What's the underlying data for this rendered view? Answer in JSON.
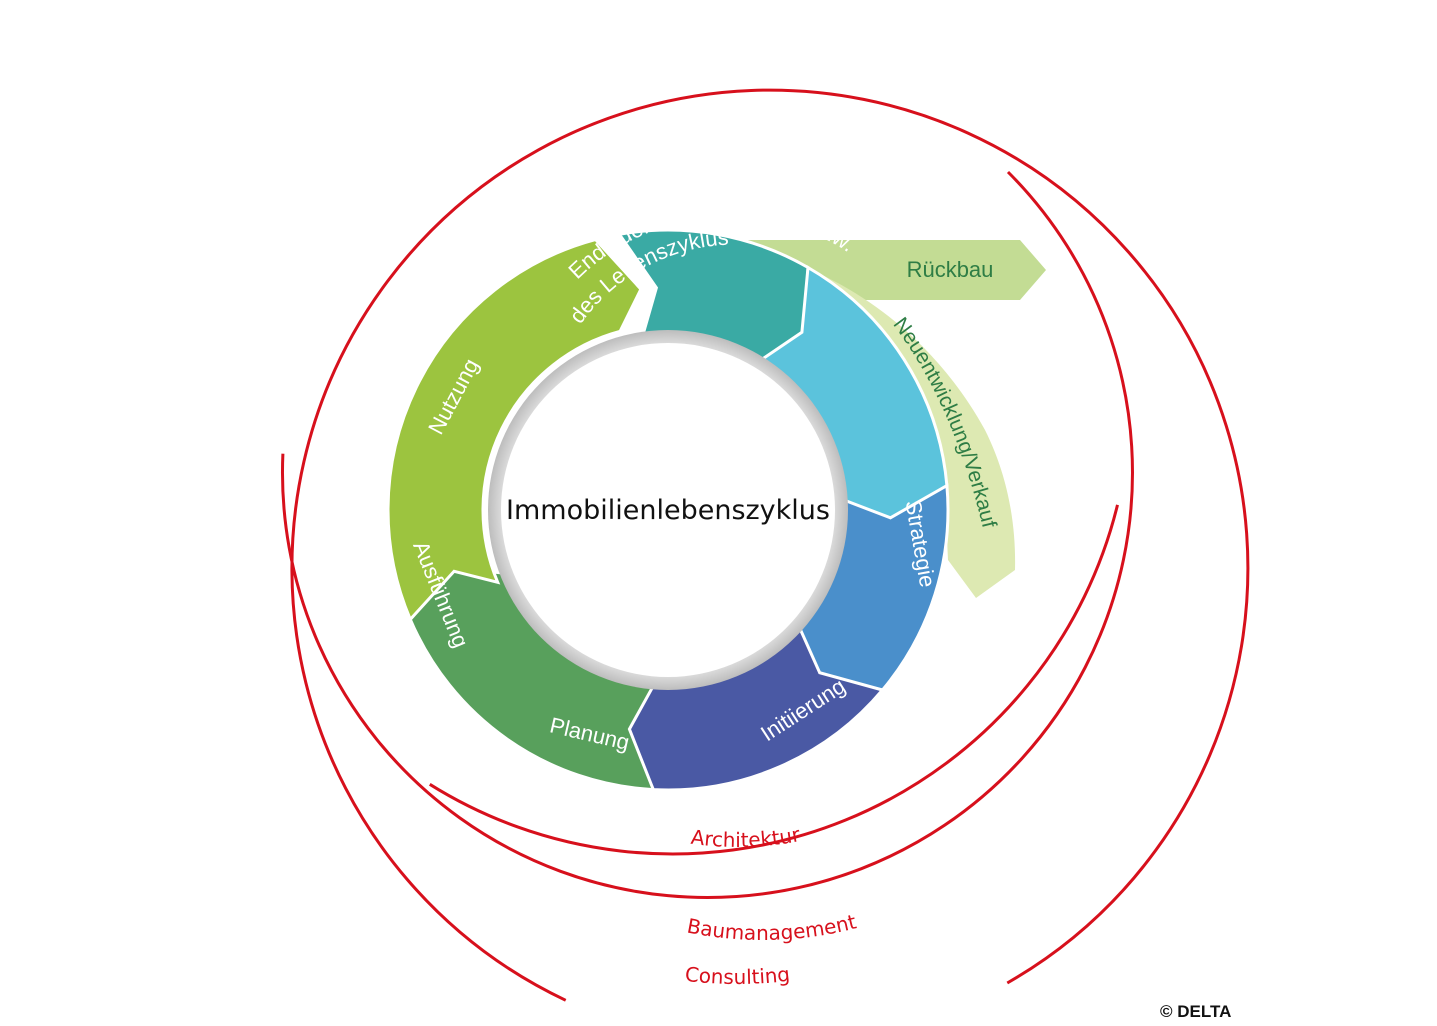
{
  "center_label": "Immobilienlebenszyklus",
  "segments": [
    {
      "id": "strategie",
      "label": "Strategie",
      "color": "#3aaaa4"
    },
    {
      "id": "initiierung",
      "label": "Initiierung",
      "color": "#5bc3dc"
    },
    {
      "id": "planung",
      "label": "Planung",
      "color": "#4a8fcb"
    },
    {
      "id": "ausfuehrung",
      "label": "Ausführung",
      "color": "#4a59a4"
    },
    {
      "id": "nutzung",
      "label": "Nutzung",
      "color": "#58a05c"
    },
    {
      "id": "ende",
      "line1": "Ende der Nutzungsdauer bzw.",
      "line2": "des Lebenszyklus",
      "color": "#9cc43f"
    }
  ],
  "branches": {
    "rueckbau": {
      "label": "Rückbau",
      "color": "#c3dc94",
      "text_color": "#2e7d45"
    },
    "neuentwicklung": {
      "label": "Neuentwicklung/Verkauf",
      "color": "#dde9b2",
      "text_color": "#2e7d45"
    }
  },
  "rings": [
    {
      "id": "architektur",
      "label": "Architektur"
    },
    {
      "id": "baumanagement",
      "label": "Baumanagement"
    },
    {
      "id": "consulting",
      "label": "Consulting"
    }
  ],
  "ring_color": "#d7101c",
  "copyright": "© DELTA"
}
